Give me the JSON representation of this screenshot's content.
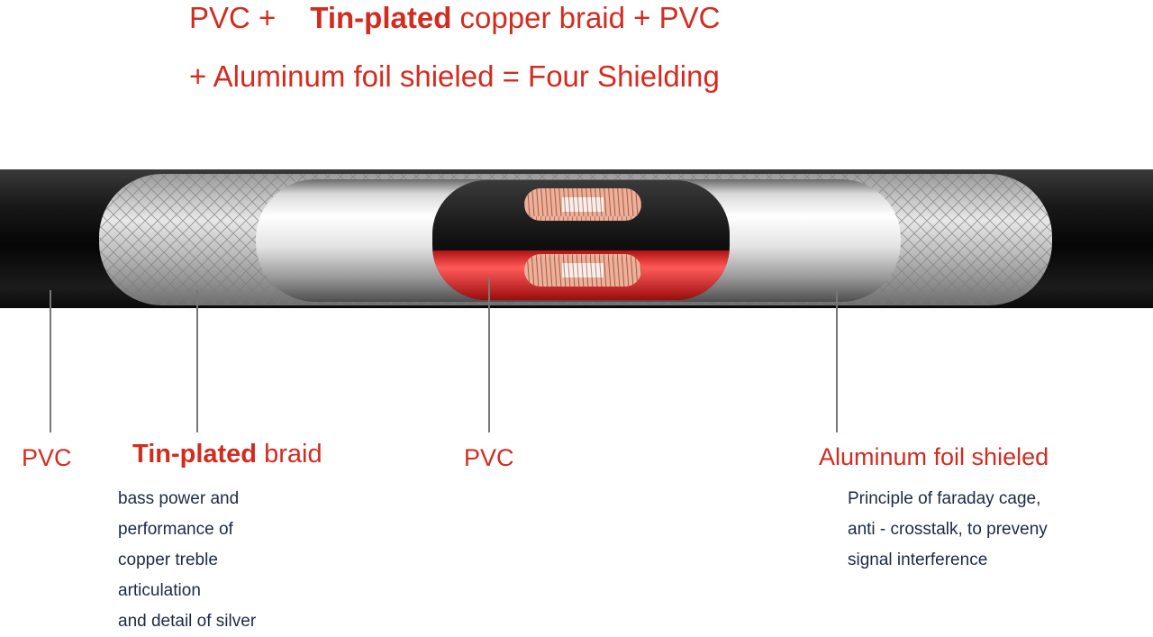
{
  "headline": {
    "line1": {
      "part1": "PVC +",
      "part2_bold": "Tin-plated",
      "part3": " copper braid +  PVC"
    },
    "line2": "+ Aluminum foil shieled = Four Shielding"
  },
  "labels": {
    "pvc_outer": "PVC",
    "braid_bold": "Tin-plated",
    "braid_rest": " braid",
    "pvc_inner": "PVC",
    "foil": "Aluminum foil shieled"
  },
  "descriptions": {
    "braid": [
      "bass power and",
      "performance of",
      "copper treble",
      "articulation",
      "and detail of silver"
    ],
    "foil": [
      "Principle of faraday cage,",
      "anti - crosstalk, to preveny",
      "signal interference"
    ]
  },
  "colors": {
    "accent_red": "#d42b1f",
    "jacket_black": "#111111",
    "description_text": "#1b2a44",
    "leader_line": "#777777"
  }
}
